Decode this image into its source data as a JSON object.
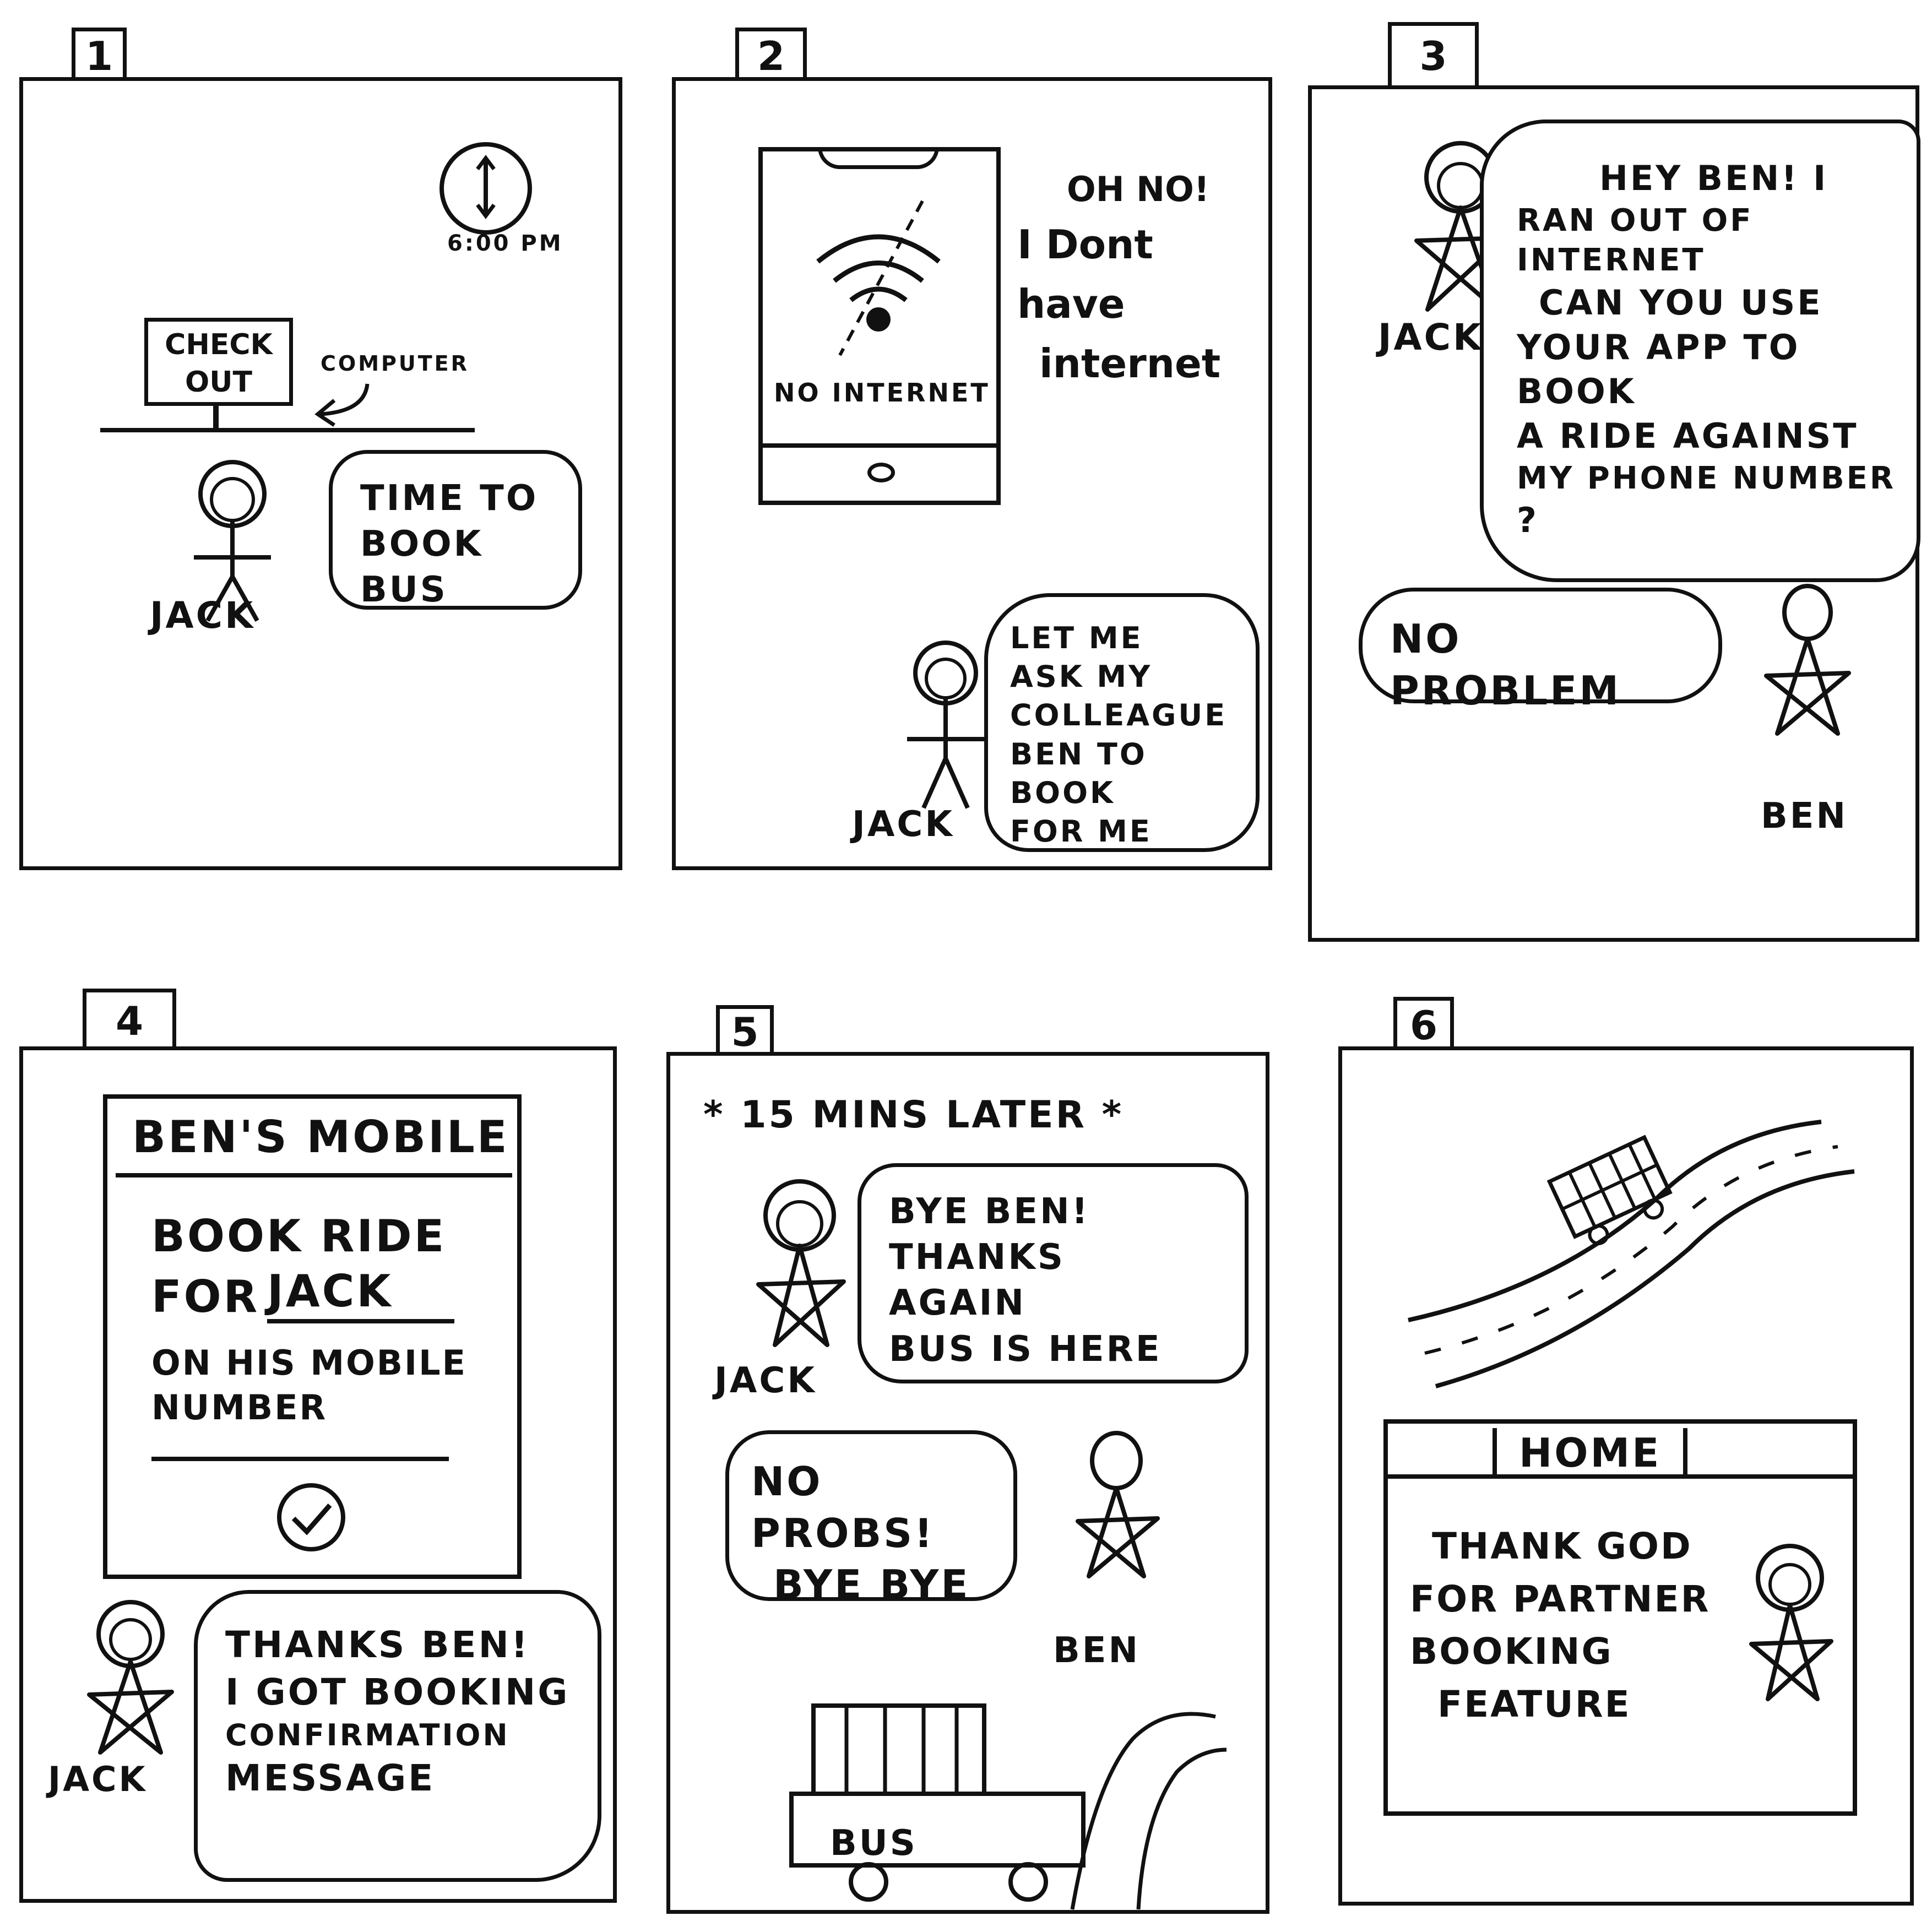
{
  "panels": [
    {
      "number": "1",
      "clock_time": "6:00 PM",
      "checkout_sign": "CHECK OUT",
      "computer_label": "COMPUTER",
      "character": "JACK",
      "speech": [
        "TIME TO",
        "BOOK BUS"
      ]
    },
    {
      "number": "2",
      "phone_status": "NO INTERNET",
      "thought": [
        "OH NO!",
        "I Dont",
        "have",
        "internet"
      ],
      "character": "JACK",
      "speech": [
        "LET ME",
        "ASK MY",
        "COLLEAGUE",
        "BEN TO BOOK",
        "FOR ME"
      ]
    },
    {
      "number": "3",
      "character_1": "JACK",
      "speech_1": [
        "HEY BEN! I",
        "RAN OUT OF INTERNET",
        "CAN YOU USE",
        "YOUR APP TO BOOK",
        "A RIDE AGAINST",
        "MY PHONE NUMBER",
        "?"
      ],
      "character_2": "BEN",
      "speech_2": [
        "NO PROBLEM"
      ]
    },
    {
      "number": "4",
      "screen_title": "BEN'S MOBILE",
      "screen_text_1": "BOOK RIDE",
      "screen_text_2": "FOR",
      "screen_name": "JACK",
      "screen_text_3": [
        "ON HIS MOBILE",
        "NUMBER"
      ],
      "character": "JACK",
      "speech": [
        "THANKS BEN!",
        "I GOT BOOKING",
        "CONFIRMATION",
        "MESSAGE"
      ]
    },
    {
      "number": "5",
      "caption": "* 15 MINS LATER *",
      "character_1": "JACK",
      "speech_1": [
        "BYE BEN! THANKS",
        "AGAIN",
        "BUS IS HERE"
      ],
      "character_2": "BEN",
      "speech_2": [
        "NO PROBS!",
        "BYE BYE"
      ],
      "bus_label": "BUS"
    },
    {
      "number": "6",
      "screen_title": "HOME",
      "screen_text": [
        "THANK GOD",
        "FOR PARTNER",
        "BOOKING",
        "FEATURE"
      ]
    }
  ]
}
